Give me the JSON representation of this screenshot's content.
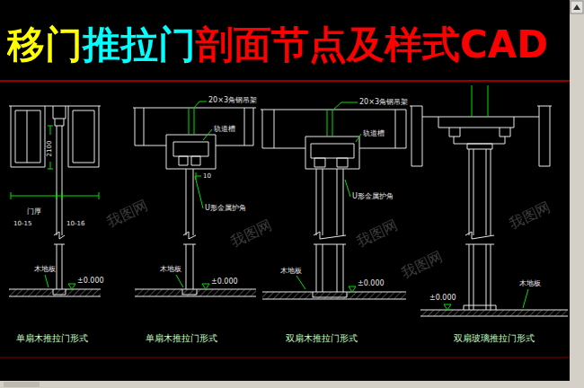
{
  "diagram": {
    "title": "移门推拉门剖面节点及样式CAD",
    "labels": [
      "2100",
      "门厚",
      "10-15",
      "10-16",
      "木地板",
      "±0.000",
      "单扇木推拉门形式",
      "20×3角钢吊架",
      "轨道槽",
      "10",
      "U形金属护角",
      "木地板",
      "±0.000",
      "单扇木推拉门形式",
      "20×3角钢吊架",
      "轨道槽",
      "U形金属护角",
      "木地板",
      "±0.000",
      "双扇木推拉门形式",
      "木地板",
      "±0.000",
      "双扇玻璃推拉门形式",
      "我图网",
      "我图网",
      "我图网",
      "我图网",
      "我图网"
    ]
  }
}
